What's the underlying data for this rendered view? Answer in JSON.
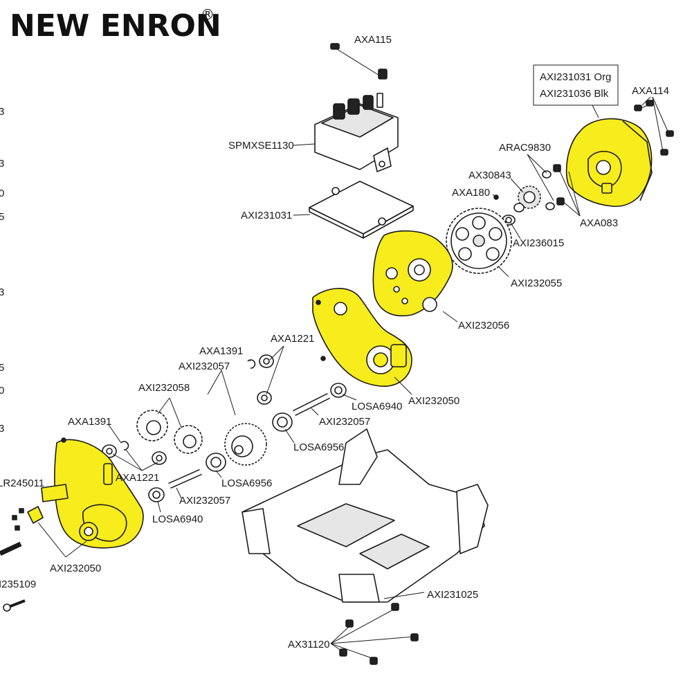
{
  "brand": {
    "logo": "NEW ENRON",
    "mark": "®"
  },
  "edge_fragments": [
    "3",
    "3",
    "0",
    "5",
    "3",
    "5",
    "0",
    "3",
    "LR245011",
    "I235109"
  ],
  "labels": {
    "axa115": "AXA115",
    "spmxse1130": "SPMXSE1130",
    "axi231031": "AXI231031",
    "box_line1": "AXI231031 Org",
    "box_line2": "AXI231036 Blk",
    "axa114": "AXA114",
    "arac9830": "ARAC9830",
    "ax30843": "AX30843",
    "axa180": "AXA180",
    "axa083": "AXA083",
    "axi236015": "AXI236015",
    "axi232055": "AXI232055",
    "axi232056": "AXI232056",
    "axi232050_top": "AXI232050",
    "losa6940_top": "LOSA6940",
    "axi232057_top": "AXI232057",
    "axa1391_top": "AXA1391",
    "axa1221_top": "AXA1221",
    "axi232057_mid": "AXI232057",
    "axi232058": "AXI232058",
    "losa6956_top": "LOSA6956",
    "axa1391_left": "AXA1391",
    "axa1221_left": "AXA1221",
    "losa6956_bottom": "LOSA6956",
    "axi232057_bottom": "AXI232057",
    "losa6940_bottom": "LOSA6940",
    "axi232050_bottom": "AXI232050",
    "axi231025": "AXI231025",
    "ax31120": "AX31120"
  },
  "colors": {
    "highlight": "#f7ec1c",
    "line": "#1a1a1a"
  }
}
